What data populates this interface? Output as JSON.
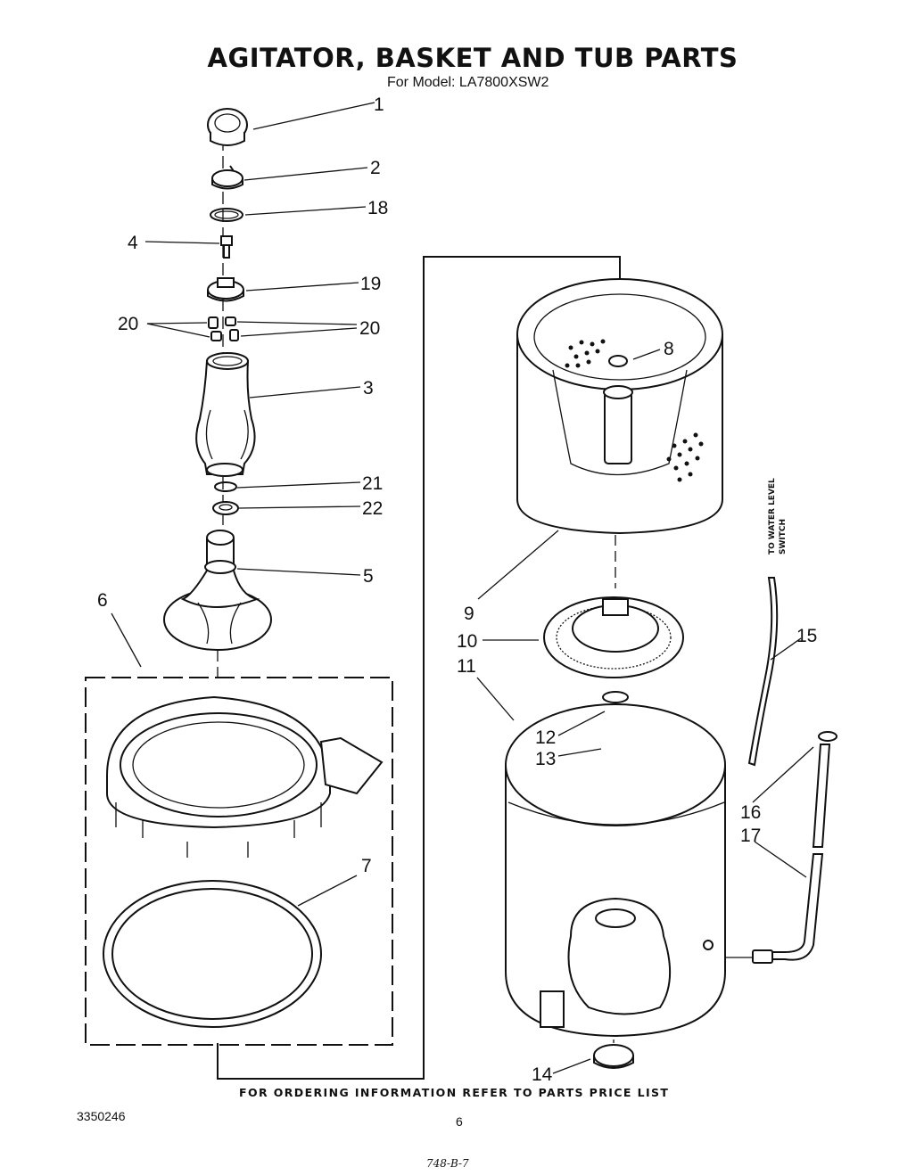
{
  "header": {
    "title": "AGITATOR, BASKET AND TUB PARTS",
    "model_line": "For Model: LA7800XSW2"
  },
  "callouts": {
    "c1": "1",
    "c2": "2",
    "c18": "18",
    "c4": "4",
    "c19": "19",
    "c20_left": "20",
    "c20_right": "20",
    "c3": "3",
    "c21": "21",
    "c22": "22",
    "c5": "5",
    "c6": "6",
    "c7": "7",
    "c8": "8",
    "c9": "9",
    "c10": "10",
    "c11": "11",
    "c12": "12",
    "c13": "13",
    "c14": "14",
    "c15": "15",
    "c16": "16",
    "c17": "17"
  },
  "hose_note": [
    "TO WATER LEVEL",
    "SWITCH"
  ],
  "footer": {
    "ordering_note": "FOR ORDERING INFORMATION REFER TO PARTS PRICE LIST",
    "document_number": "3350246",
    "page_number": "6",
    "handwritten_note": "748-B-7"
  }
}
